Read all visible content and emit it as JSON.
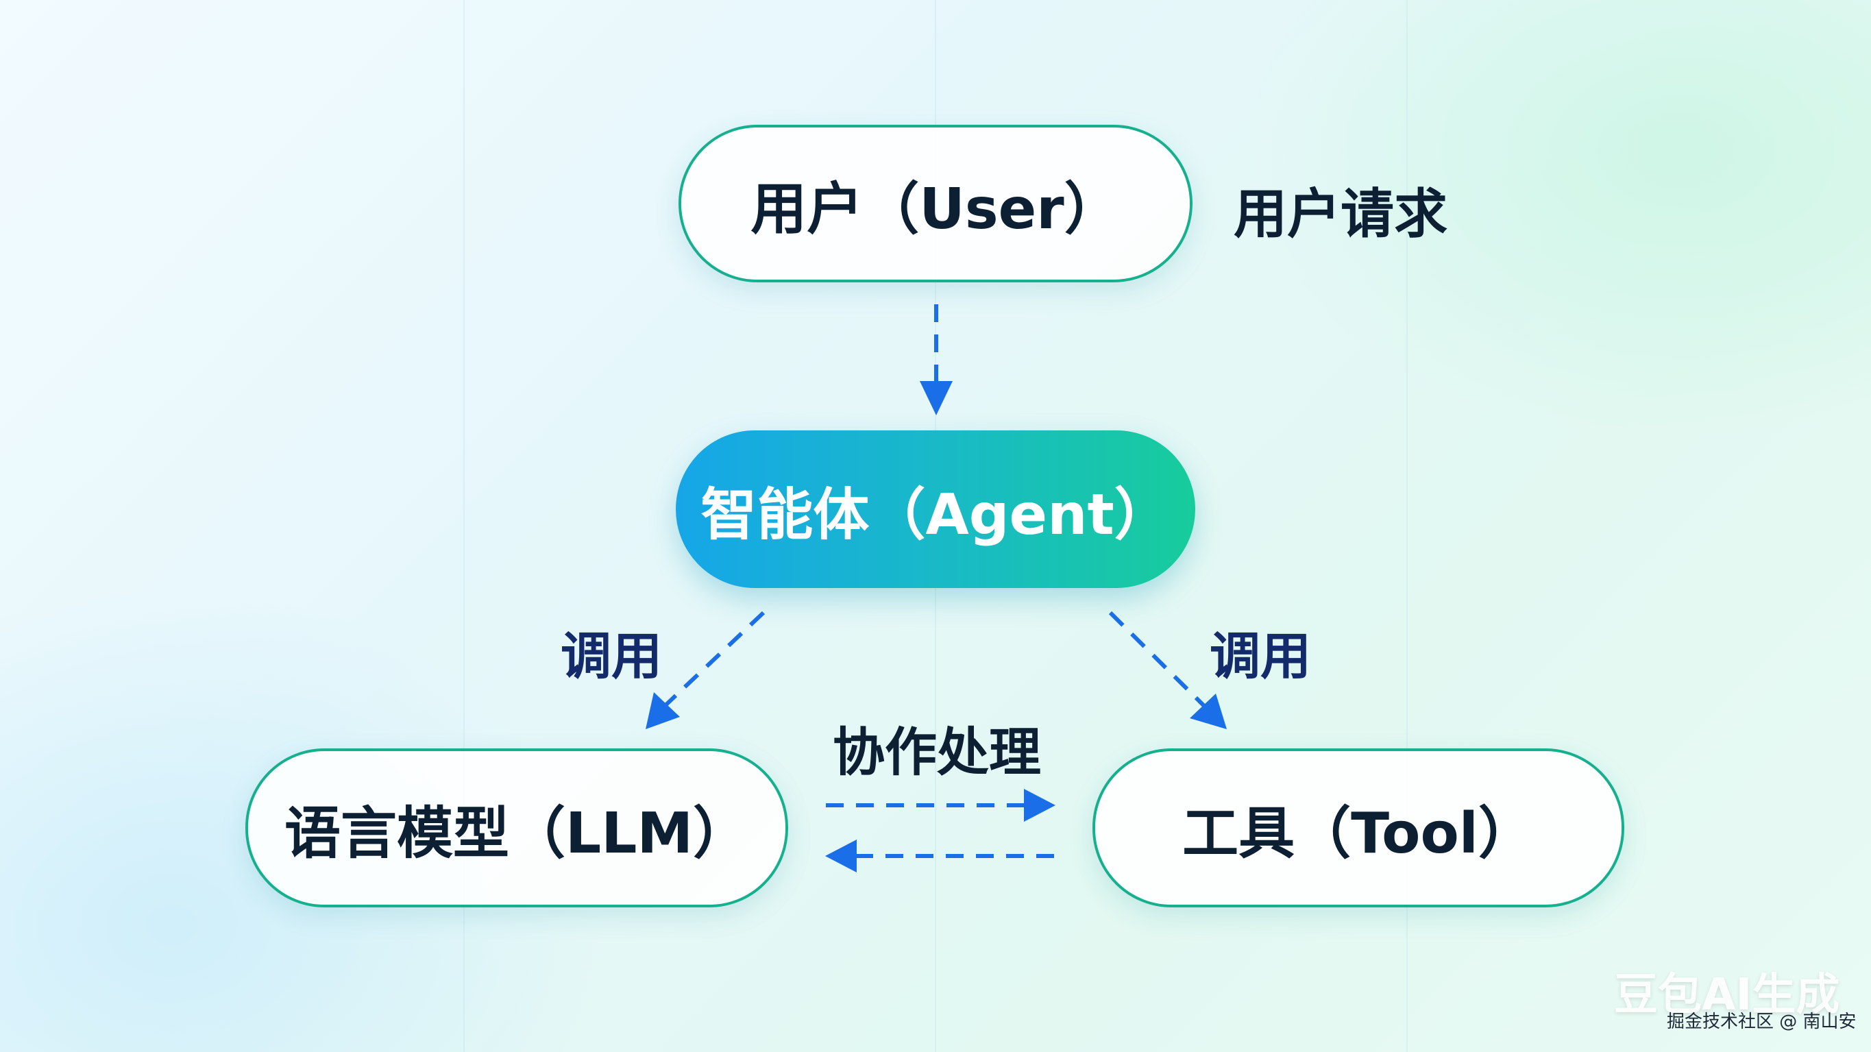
{
  "nodes": {
    "user": "用户（User）",
    "agent": "智能体（Agent）",
    "llm": "语言模型（LLM）",
    "tool": "工具（Tool）"
  },
  "labels": {
    "user_request": "用户请求",
    "call_left": "调用",
    "call_right": "调用",
    "collaborate": "协作处理"
  },
  "watermark": {
    "brand": "豆包AI生成",
    "credit": "掘金技术社区 @ 南山安"
  },
  "colors": {
    "node_border": "#16b08e",
    "arrow": "#1a6fe8",
    "label_text": "#132a6b",
    "node_text": "#0c1f33",
    "agent_gradient_start": "#16a6e8",
    "agent_gradient_end": "#17cc9c"
  }
}
